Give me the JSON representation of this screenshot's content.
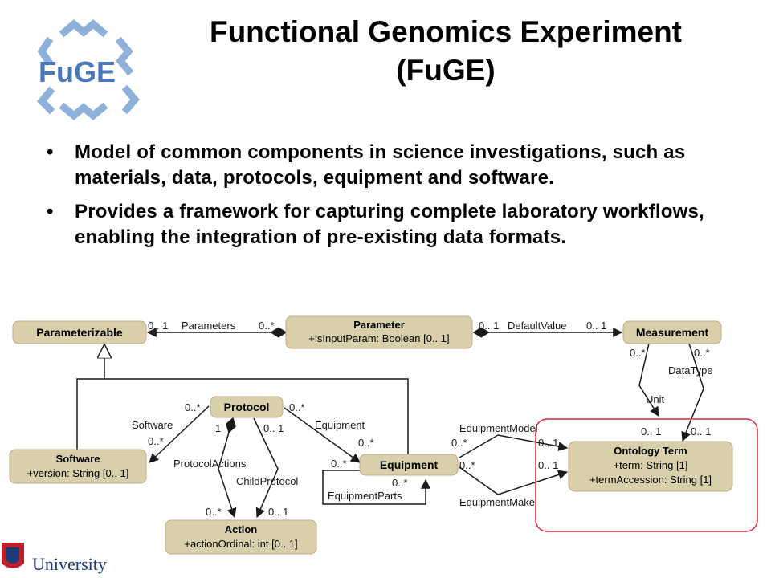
{
  "title": {
    "line1": "Functional Genomics Experiment",
    "line2": "(FuGE)"
  },
  "logo": {
    "text": "FuGE"
  },
  "bullets": [
    "Model of common components in science investigations, such as materials, data, protocols, equipment and software.",
    "Provides a framework for capturing complete laboratory workflows, enabling the integration of pre-existing data formats."
  ],
  "diagram": {
    "classes": {
      "parameterizable": {
        "name": "Parameterizable"
      },
      "parameter": {
        "name": "Parameter",
        "attrs": [
          "+isInputParam: Boolean [0.. 1]"
        ]
      },
      "measurement": {
        "name": "Measurement"
      },
      "protocol": {
        "name": "Protocol"
      },
      "software": {
        "name": "Software",
        "attrs": [
          "+version: String [0.. 1]"
        ]
      },
      "equipment": {
        "name": "Equipment"
      },
      "ontology_term": {
        "name": "Ontology Term",
        "attrs": [
          "+term: String [1]",
          "+termAccession: String [1]"
        ]
      },
      "action": {
        "name": "Action",
        "attrs": [
          "+actionOrdinal: int [0.. 1]"
        ]
      }
    },
    "labels": {
      "params_mult_left": "0.. 1",
      "params_role": "Parameters",
      "params_mult_right": "0..*",
      "default_mult_left": "0.. 1",
      "default_role": "DefaultValue",
      "default_mult_right": "0.. 1",
      "meas_mult_left": "0..*",
      "meas_mult_right": "0..*",
      "datatype": "DataType",
      "unit": "Unit",
      "ot_mult_1": "0.. 1",
      "ot_mult_2": "0.. 1",
      "proto_sw_mult": "0..*",
      "proto_eq_mult": "0..*",
      "software_role": "Software",
      "software_mult": "0..*",
      "equipment_role": "Equipment",
      "equipment_mult": "0..*",
      "proto_one": "1",
      "proto_zero_one": "0.. 1",
      "protocol_actions": "ProtocolActions",
      "child_protocol": "ChildProtocol",
      "action_mult_1": "0..*",
      "action_mult_2": "0.. 1",
      "eq_model_role": "EquipmentModel",
      "eq_model_mult_left": "0..*",
      "eq_model_mult_right": "0.. 1",
      "eq_make_mult_left": "0..*",
      "eq_make_mult_right": "0.. 1",
      "eq_make_role": "EquipmentMake",
      "eq_parts_mult_left": "0..*",
      "eq_parts_mult_right": "0..*",
      "eq_parts_role": "EquipmentParts"
    },
    "colors": {
      "box": "#d9cfab",
      "box_border": "#b9ad84",
      "line": "#1a1a1a",
      "highlight": "#d6283c"
    }
  },
  "footer_logo": {
    "text": "University"
  },
  "colors": {
    "logo_blue": "#4a78b8",
    "logo_light": "#8db1d9",
    "footer_red": "#c0202e",
    "footer_navy": "#1d3b7a"
  }
}
